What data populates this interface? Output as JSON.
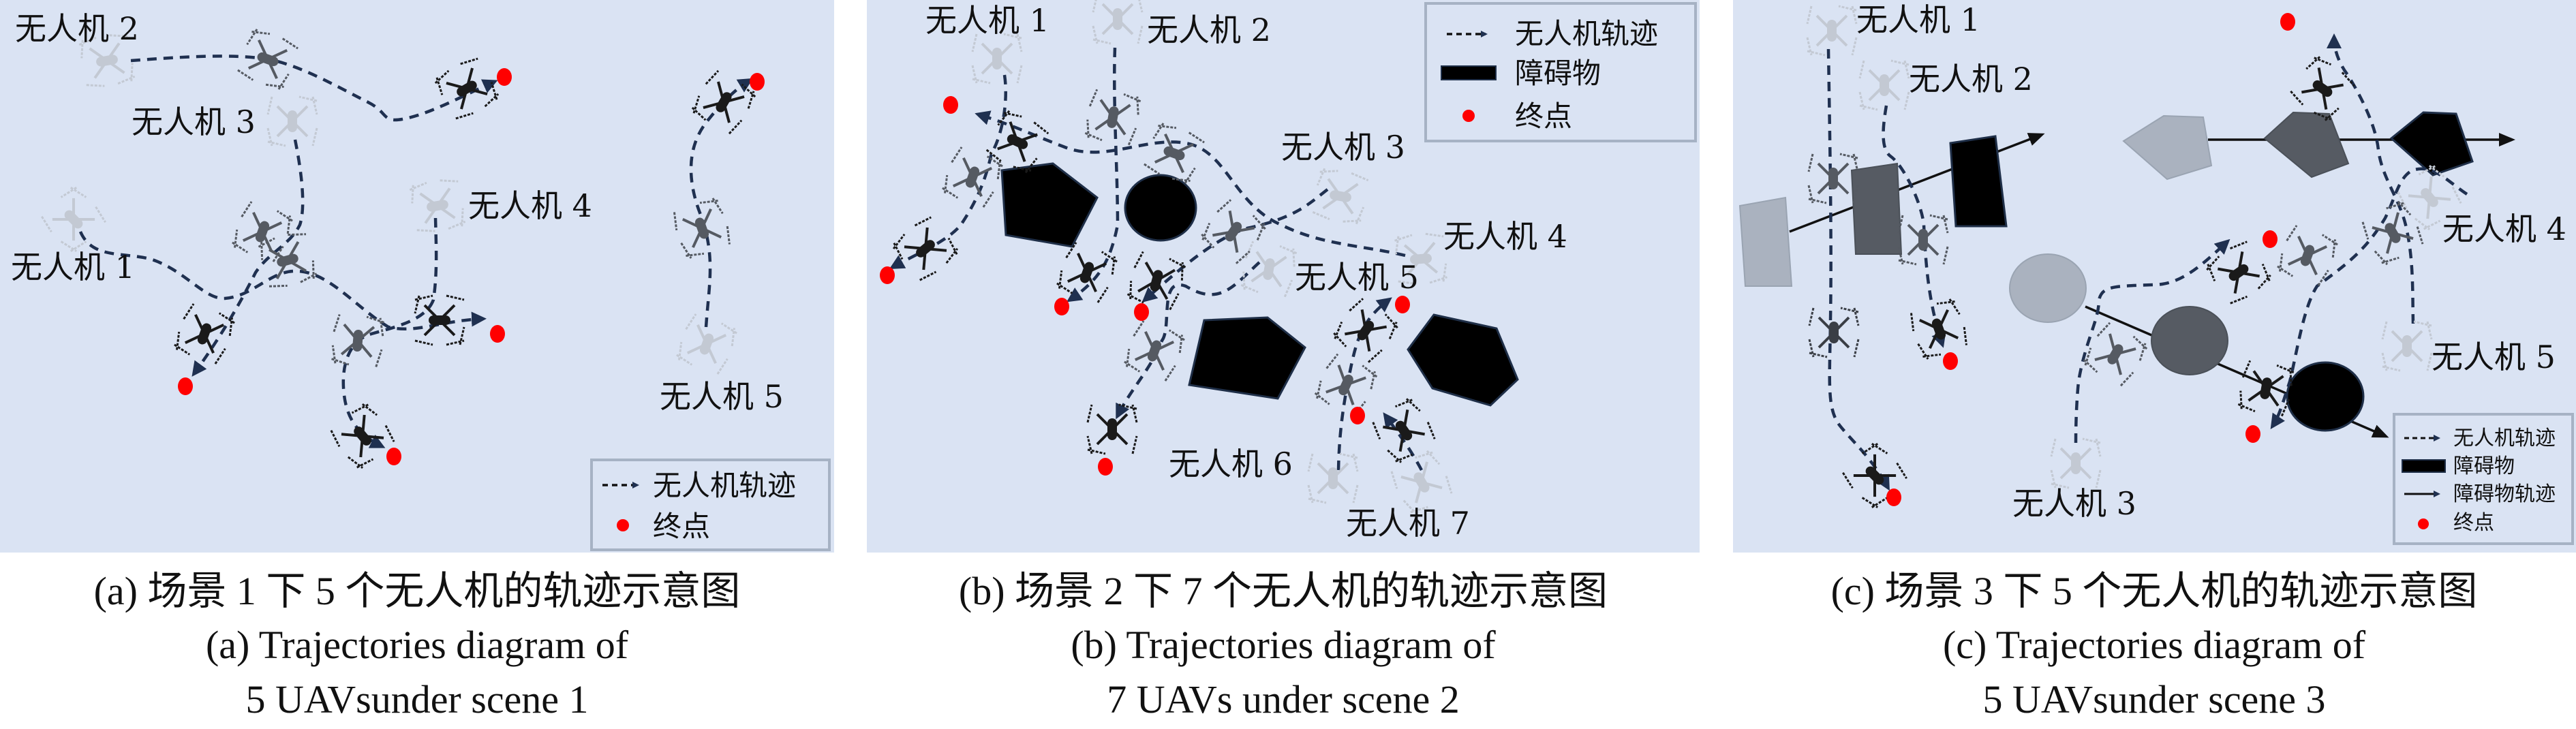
{
  "figure": {
    "background_color": "#dae3f3",
    "trajectory_color": "#1f3050",
    "goal_color": "#ff0000",
    "panels": [
      {
        "id": "a",
        "uav_labels": [
          "无人机 1",
          "无人机 2",
          "无人机 3",
          "无人机 4",
          "无人机 5"
        ],
        "legend": {
          "items": [
            {
              "icon": "dashed-arrow-icon",
              "label": "无人机轨迹"
            },
            {
              "icon": "red-dot-icon",
              "label": "终点"
            }
          ]
        },
        "caption_cn": "(a) 场景 1 下 5 个无人机的轨迹示意图",
        "caption_en_line1": "(a) Trajectories diagram of",
        "caption_en_line2": "5 UAVsunder scene 1"
      },
      {
        "id": "b",
        "uav_labels": [
          "无人机 1",
          "无人机 2",
          "无人机 3",
          "无人机 4",
          "无人机 5",
          "无人机 6",
          "无人机 7"
        ],
        "legend": {
          "items": [
            {
              "icon": "dashed-arrow-icon",
              "label": "无人机轨迹"
            },
            {
              "icon": "obstacle-block-icon",
              "label": "障碍物"
            },
            {
              "icon": "red-dot-icon",
              "label": "终点"
            }
          ]
        },
        "caption_cn": "(b) 场景 2 下 7 个无人机的轨迹示意图",
        "caption_en_line1": "(b) Trajectories diagram of",
        "caption_en_line2": "7 UAVs under scene 2"
      },
      {
        "id": "c",
        "uav_labels": [
          "无人机 1",
          "无人机 2",
          "无人机 3",
          "无人机 4",
          "无人机 5"
        ],
        "legend": {
          "items": [
            {
              "icon": "dashed-arrow-icon",
              "label": "无人机轨迹"
            },
            {
              "icon": "obstacle-block-icon",
              "label": "障碍物"
            },
            {
              "icon": "solid-arrow-icon",
              "label": "障碍物轨迹"
            },
            {
              "icon": "red-dot-icon",
              "label": "终点"
            }
          ]
        },
        "caption_cn": "(c) 场景 3 下 5 个无人机的轨迹示意图",
        "caption_en_line1": "(c) Trajectories diagram of",
        "caption_en_line2": "5 UAVsunder scene 3"
      }
    ]
  }
}
